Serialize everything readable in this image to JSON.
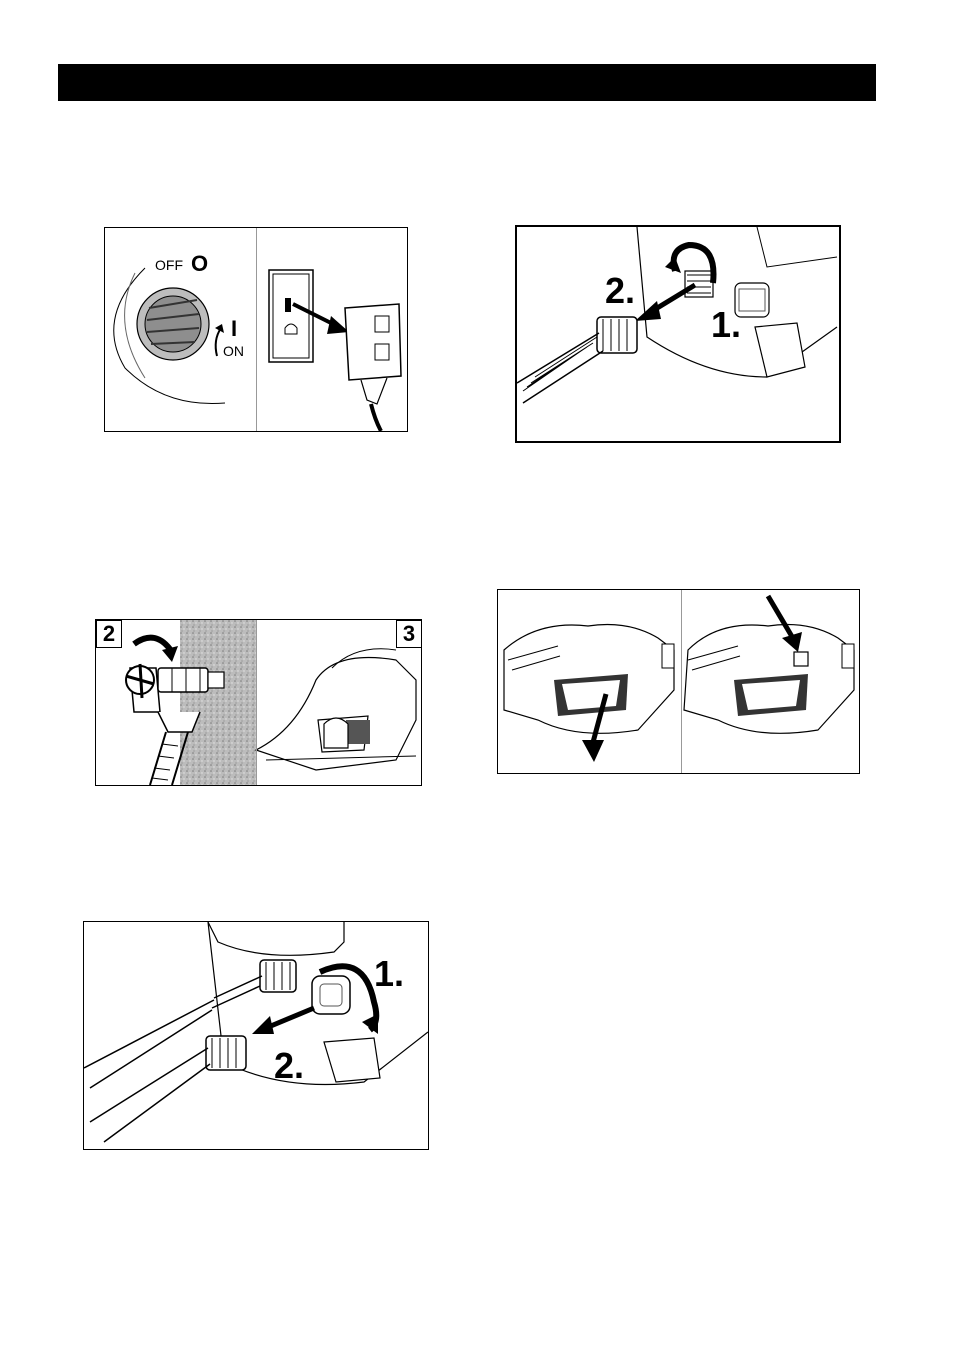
{
  "figures": {
    "switch_unplug": {
      "off_label": "OFF",
      "off_symbol": "O",
      "on_symbol": "I",
      "on_label": "ON"
    },
    "disconnect_hose_right": {
      "step1": "1.",
      "step2": "2."
    },
    "water_faucet_trigger": {
      "step2": "2",
      "step3": "3"
    },
    "disconnect_hose_left": {
      "step1": "1.",
      "step2": "2."
    }
  }
}
